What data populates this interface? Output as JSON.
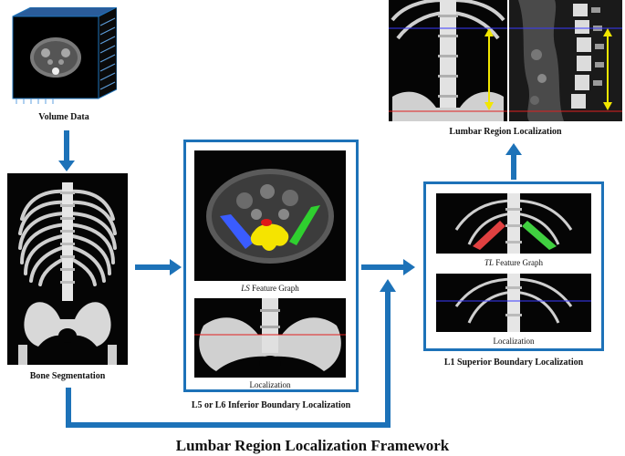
{
  "title": "Lumbar Region Localization Framework",
  "labels": {
    "volume_data": "Volume Data",
    "bone_segmentation": "Bone Segmentation",
    "l5_l6_boundary": "L5 or L6 Inferior Boundary Localization",
    "l1_boundary": "L1 Superior Boundary Localization",
    "lumbar_region": "Lumbar Region Localization",
    "ls_feature_graph_italic": "LS",
    "ls_feature_graph_rest": " Feature Graph",
    "tl_feature_graph_italic": "TL",
    "tl_feature_graph_rest": " Feature Graph",
    "localization_left": "Localization",
    "localization_right": "Localization"
  },
  "colors": {
    "arrow": "#1d72b8",
    "frame": "#1d72b8",
    "red_line": "#e02020",
    "blue_line": "#3a3aff",
    "yellow_arrow": "#f2e600",
    "ls_blue": "#3a5cff",
    "ls_yellow": "#f5e400",
    "ls_red": "#e01818",
    "ls_green": "#2fd02f",
    "tl_red": "#e04040",
    "tl_green": "#40d040"
  }
}
